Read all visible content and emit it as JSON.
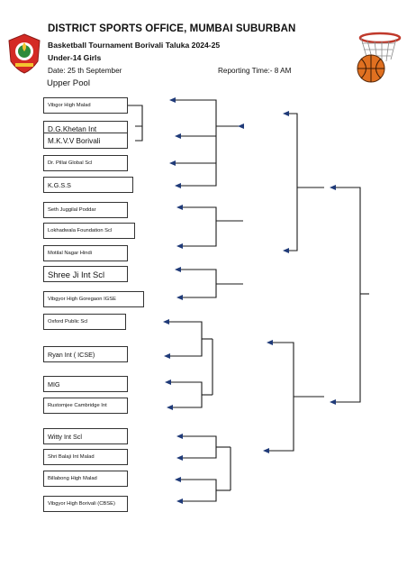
{
  "header": {
    "title": "DISTRICT SPORTS OFFICE, MUMBAI SUBURBAN",
    "tournament": "Basketball Tournament Borivali Taluka 2024-25",
    "category": "Under-14 Girls",
    "date": "Date:  25 th September",
    "reporting_time": "Reporting Time:- 8 AM"
  },
  "pool": "Upper Pool",
  "teams": [
    "Vibgor High Malad",
    "D.G.Khetan Int",
    "M.K.V.V Borivali",
    "Dr. Pillai Global Scl",
    "K.G.S.S",
    "Seth Juggilal Poddar",
    "Lokhadwala Foundation Scl",
    "Motilal Nagar Hindi",
    "Shree Ji Int Scl",
    "Vibgyor High Goregaon IGSE",
    "Oxford Public Scl",
    "Ryan Int ( ICSE)",
    "MIG",
    "Rustomjee Cambridge Int",
    "Witty Int Scl",
    "Shri Balaji Int Malad",
    "Billabong High Malad",
    "Vibgyor High Borivali (CBSE)"
  ],
  "colors": {
    "line": "#1a1a1a",
    "arrow": "#1f3a78",
    "logo_red": "#d42a24",
    "logo_green": "#2e8b3a",
    "ball": "#e07020"
  }
}
